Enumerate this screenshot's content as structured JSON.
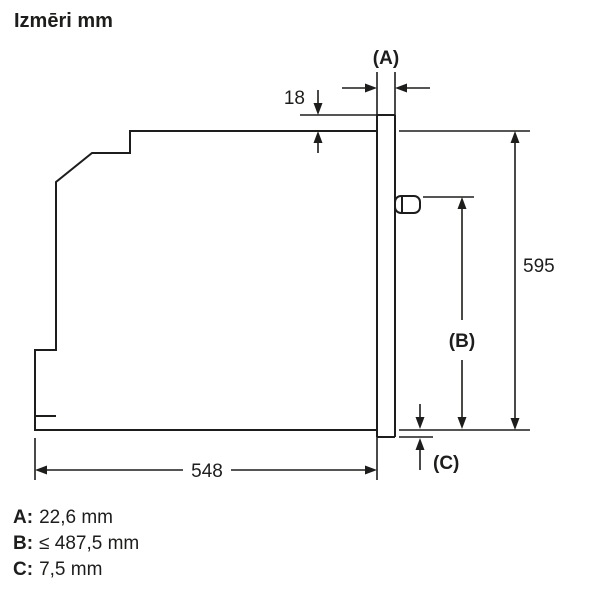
{
  "title": "Izmēri mm",
  "diagram": {
    "dim_a_label": "(A)",
    "dim_b_label": "(B)",
    "dim_c_label": "(C)",
    "dim_top_offset": "18",
    "dim_height": "595",
    "dim_depth": "548"
  },
  "legend": [
    {
      "key": "A:",
      "value": "22,6 mm"
    },
    {
      "key": "B:",
      "value": "≤ 487,5 mm"
    },
    {
      "key": "C:",
      "value": "7,5 mm"
    }
  ],
  "colors": {
    "line": "#1d1d1b",
    "background": "#ffffff"
  }
}
